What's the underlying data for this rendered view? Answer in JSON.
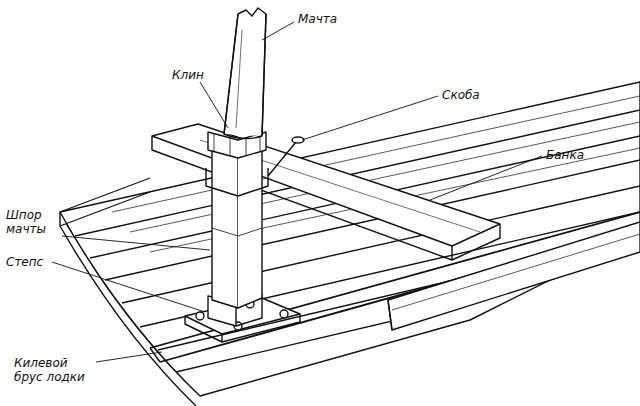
{
  "diagram": {
    "labels": [
      "Мачта",
      "Клин",
      "Скоба",
      "Банка",
      "Шпор мачты",
      "Степс",
      "Килевой брус лодки"
    ]
  }
}
